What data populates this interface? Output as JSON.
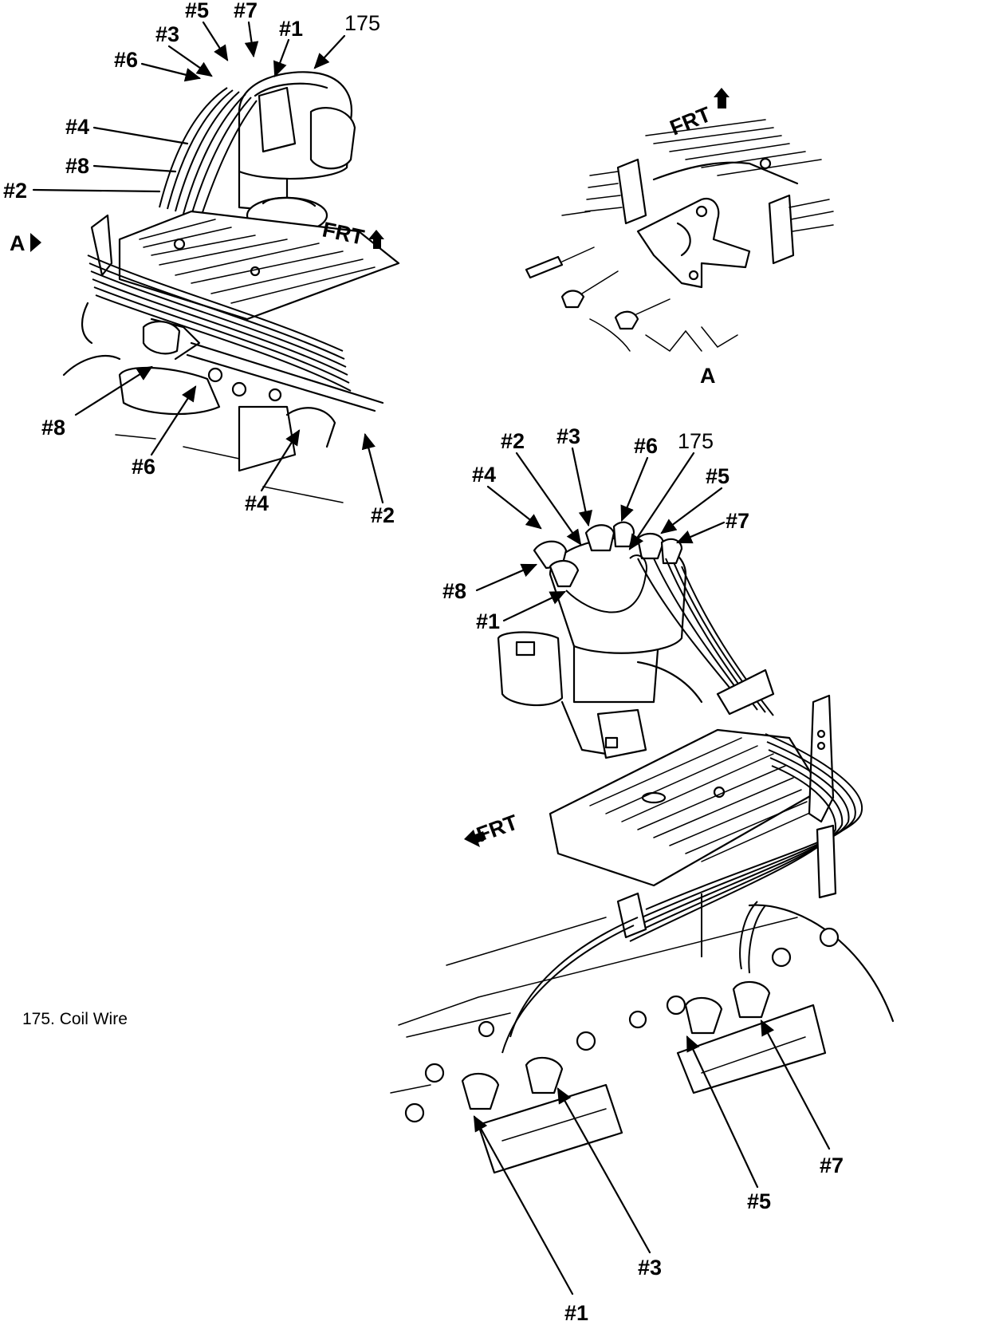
{
  "legend": {
    "item": "175.  Coil Wire"
  },
  "view_top_left": {
    "labels": [
      "#5",
      "#7",
      "#3",
      "#1",
      "175",
      "#6",
      "#4",
      "#8",
      "#2",
      "#8",
      "#6",
      "#4",
      "#2"
    ],
    "front": "FRT",
    "view_ref": "A"
  },
  "view_a": {
    "front": "FRT",
    "caption": "A"
  },
  "view_bottom_right": {
    "labels": [
      "#2",
      "#3",
      "#6",
      "175",
      "#4",
      "#5",
      "#7",
      "#8",
      "#1",
      "#1",
      "#3",
      "#5",
      "#7"
    ],
    "front": "FRT"
  }
}
